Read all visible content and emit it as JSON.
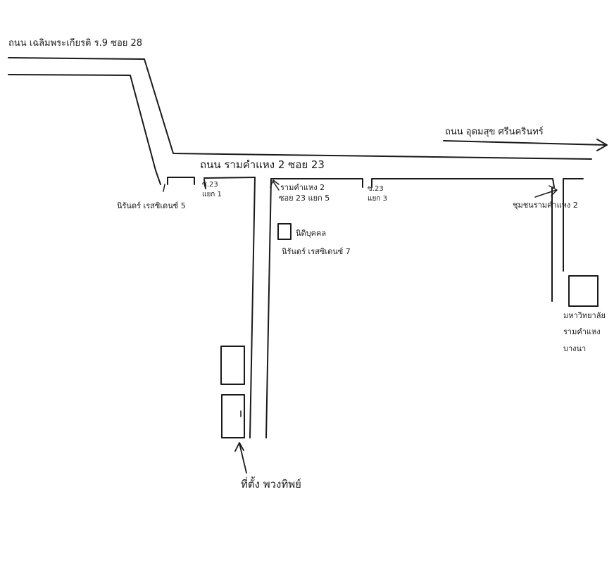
{
  "map": {
    "ink_color": "#1a1a1a",
    "background_color": "#ffffff",
    "labels": {
      "top_road": "ถนน เฉลิมพระเกียรติ ร.9 ซอย 28",
      "right_direction": "ถนน อุดมสุข ศรีนครินทร์",
      "main_road": "ถนน รามคำแหง 2 ซอย 23",
      "condo_left": "นิรันดร์ เรสซิเดนซ์ 5",
      "soi_23_1_line1": "ซ.23",
      "soi_23_1_line2": "แยก 1",
      "ram2_soi_line1": "รามคำแหง 2",
      "ram2_soi_line2": "ซอย 23 แยก 5",
      "soi_23_3_line1": "ซ.23",
      "soi_23_3_line2": "แยก 3",
      "chum_ram2": "ชุมชนรามคำแหง 2",
      "juristic_line1": "นิติบุคคล",
      "juristic_line2": "นิรันดร์ เรสซิเดนซ์ 7",
      "university_line1": "มหาวิทยาลัย",
      "university_line2": "รามคำแหง",
      "university_line3": "บางนา",
      "location": "ที่ตั้ง พวงทิพย์"
    }
  }
}
